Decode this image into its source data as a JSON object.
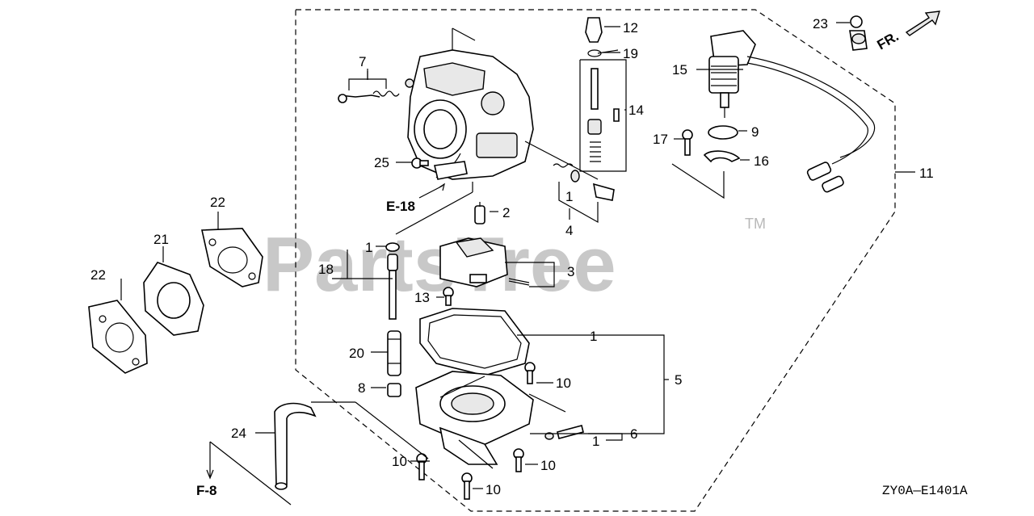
{
  "watermark": "PartsTree",
  "trademark": "TM",
  "diagram_code": "ZY0A—E1401A",
  "front_marker": "FR.",
  "refs": {
    "e18": "E-18",
    "f8": "F-8"
  },
  "callouts": {
    "c1a": "1",
    "c1b": "1",
    "c1c": "1",
    "c1d": "1",
    "c2": "2",
    "c3": "3",
    "c4": "4",
    "c5": "5",
    "c6": "6",
    "c7": "7",
    "c8": "8",
    "c9": "9",
    "c10a": "10",
    "c10b": "10",
    "c10c": "10",
    "c10d": "10",
    "c11": "11",
    "c12": "12",
    "c13": "13",
    "c14": "14",
    "c15": "15",
    "c16": "16",
    "c17": "17",
    "c18": "18",
    "c19": "19",
    "c20": "20",
    "c21": "21",
    "c22a": "22",
    "c22b": "22",
    "c23": "23",
    "c24": "24",
    "c25": "25"
  }
}
